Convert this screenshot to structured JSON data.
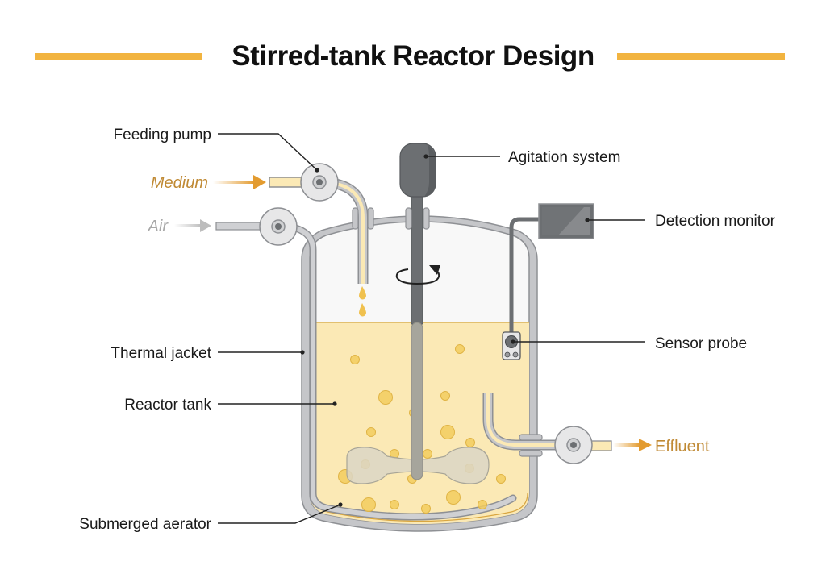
{
  "title": "Stirred-tank Reactor Design",
  "colors": {
    "accent": "#f2b440",
    "medium": "#c08a35",
    "air": "#a8a8a8",
    "liquid": "#fbe9b5",
    "bubble": "#f2cd5e",
    "metal": "#c5c6c9",
    "dark_metal": "#6c6f72"
  },
  "flows": {
    "medium": "Medium",
    "air": "Air",
    "effluent": "Effluent"
  },
  "labels": {
    "feeding_pump": "Feeding pump",
    "agitation_system": "Agitation system",
    "detection_monitor": "Detection monitor",
    "sensor_probe": "Sensor probe",
    "thermal_jacket": "Thermal jacket",
    "reactor_tank": "Reactor tank",
    "submerged_aerator": "Submerged aerator"
  }
}
